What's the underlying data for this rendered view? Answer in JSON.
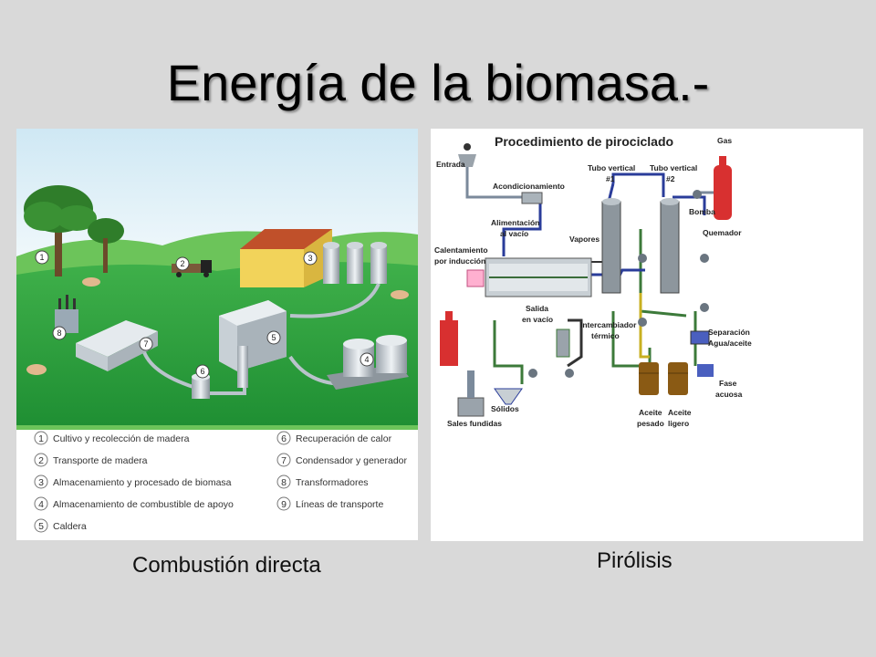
{
  "slide": {
    "title": "Energía de la biomasa.-",
    "caption_left": "Combustión directa",
    "caption_right": "Pirólisis"
  },
  "combustion": {
    "markers": [
      "1",
      "2",
      "3",
      "4",
      "5",
      "6",
      "7",
      "8"
    ],
    "legend": [
      {
        "num": "1",
        "text": "Cultivo y recolección de madera"
      },
      {
        "num": "2",
        "text": "Transporte de madera"
      },
      {
        "num": "3",
        "text": "Almacenamiento y procesado de biomasa"
      },
      {
        "num": "4",
        "text": "Almacenamiento de combustible de apoyo"
      },
      {
        "num": "5",
        "text": "Caldera"
      },
      {
        "num": "6",
        "text": "Recuperación de calor"
      },
      {
        "num": "7",
        "text": "Condensador y generador"
      },
      {
        "num": "8",
        "text": "Transformadores"
      },
      {
        "num": "9",
        "text": "Líneas de transporte"
      }
    ]
  },
  "pyrolysis": {
    "title": "Procedimiento de pirociclado",
    "labels": {
      "entrada": "Entrada",
      "acondicionamiento": "Acondicionamiento",
      "alimentacion_1": "Alimentación",
      "alimentacion_2": "al vacío",
      "calentamiento_1": "Calentamiento",
      "calentamiento_2": "por inducción",
      "vapores": "Vapores",
      "tubo1_1": "Tubo vertical",
      "tubo1_2": "#1",
      "tubo2_1": "Tubo vertical",
      "tubo2_2": "#2",
      "gas": "Gas",
      "bomba": "Bomba",
      "quemador": "Quemador",
      "salida_1": "Salida",
      "salida_2": "en vacío",
      "intercambiador_1": "Intercambiador",
      "intercambiador_2": "térmico",
      "separacion_1": "Separación",
      "separacion_2": "Agua/aceite",
      "fase_1": "Fase",
      "fase_2": "acuosa",
      "solidos": "Sólidos",
      "sales": "Sales fundidas",
      "aceite_pesado_1": "Aceite",
      "aceite_pesado_2": "pesado",
      "aceite_ligero_1": "Aceite",
      "aceite_ligero_2": "ligero"
    }
  },
  "colors": {
    "background": "#d9d9d9",
    "grass": "#2e9e3a",
    "sky": "#e8f4fa",
    "pipe_blue": "#2a3c9a",
    "pipe_green": "#3c7a3a",
    "gas_red": "#d83030"
  }
}
